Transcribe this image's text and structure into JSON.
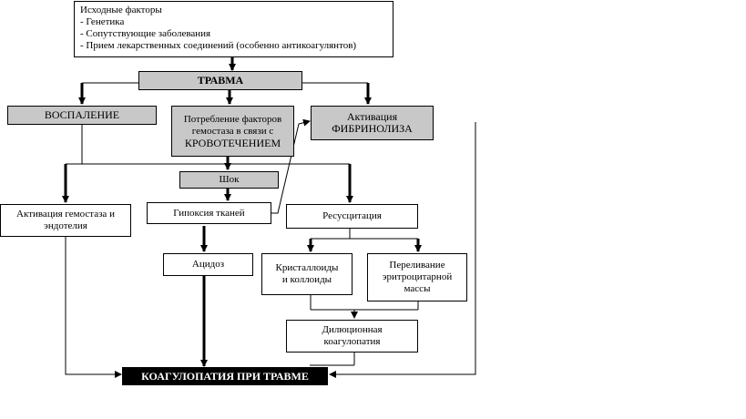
{
  "nodes": {
    "initial_factors": {
      "title": "Исходные факторы",
      "items": [
        "- Генетика",
        "- Сопутствующие заболевания",
        "- Прием лекарственных соединений (особенно антикоагулянтов)"
      ]
    },
    "trauma": "ТРАВМА",
    "inflammation": "ВОСПАЛЕНИЕ",
    "consumption": [
      "Потребление факторов",
      "гемостаза в связи с",
      "КРОВОТЕЧЕНИЕМ"
    ],
    "fibrinolysis": [
      "Активация",
      "ФИБРИНОЛИЗА"
    ],
    "shock": "Шок",
    "hemostasis_activation": [
      "Активация гемостаза и",
      "эндотелия"
    ],
    "tissue_hypoxia": "Гипоксия тканей",
    "resuscitation": "Ресусцитация",
    "acidosis": "Ацидоз",
    "crystalloids": [
      "Кристаллоиды",
      "и коллоиды"
    ],
    "rbc_transfusion": [
      "Переливание",
      "эритроцитарной",
      "массы"
    ],
    "dilution": [
      "Дилюционная",
      "коагулопатия"
    ],
    "coagulopathy": "КОАГУЛОПАТИЯ ПРИ ТРАВМЕ"
  }
}
